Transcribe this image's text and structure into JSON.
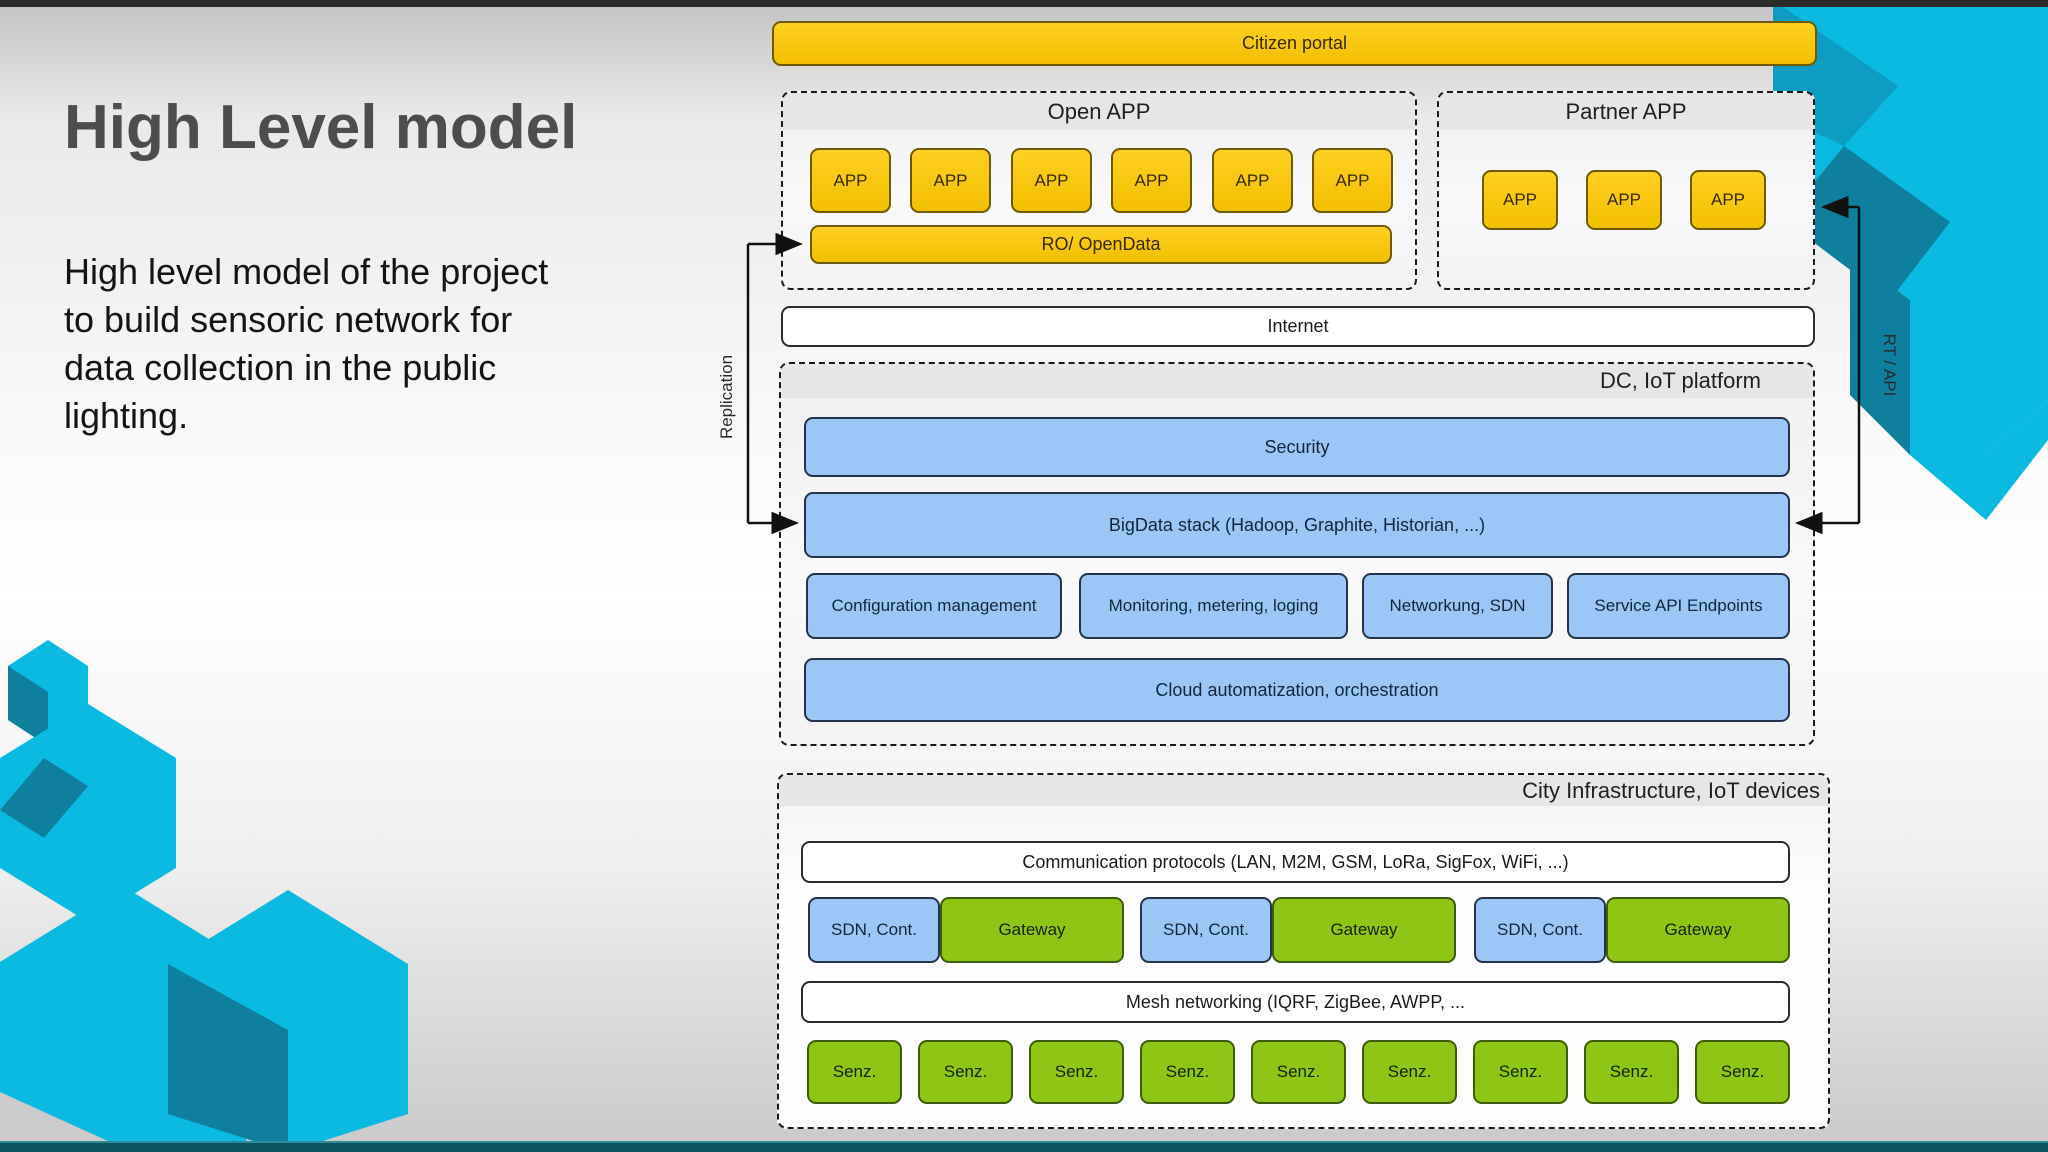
{
  "slide": {
    "title": "High Level model",
    "body_lines": [
      "High level model of the project",
      "to build sensoric network for",
      "data collection in the public",
      "lighting."
    ]
  },
  "diagram": {
    "citizen_portal_label": "Citizen portal",
    "open_app": {
      "title": "Open APP",
      "apps": [
        "APP",
        "APP",
        "APP",
        "APP",
        "APP",
        "APP"
      ],
      "ro_opendata_label": "RO/ OpenData"
    },
    "partner_app": {
      "title": "Partner APP",
      "apps": [
        "APP",
        "APP",
        "APP"
      ]
    },
    "internet_label": "Internet",
    "dc_iot_platform": {
      "title": "DC, IoT platform",
      "security_label": "Security",
      "bigdata_label": "BigData stack (Hadoop, Graphite, Historian, ...)",
      "service_boxes": [
        "Configuration management",
        "Monitoring, metering, loging",
        "Networkung, SDN",
        "Service API Endpoints"
      ],
      "cloud_label": "Cloud automatization, orchestration"
    },
    "city_infrastructure": {
      "title": "City Infrastructure, IoT devices",
      "communication_label": "Communication protocols (LAN, M2M, GSM, LoRa, SigFox, WiFi,  ...)",
      "gateway_pairs": [
        {
          "sdn": "SDN, Cont.",
          "gateway": "Gateway"
        },
        {
          "sdn": "SDN, Cont.",
          "gateway": "Gateway"
        },
        {
          "sdn": "SDN, Cont.",
          "gateway": "Gateway"
        }
      ],
      "mesh_label": "Mesh networking (IQRF, ZigBee, AWPP, ...",
      "sensors": [
        "Senz.",
        "Senz.",
        "Senz.",
        "Senz.",
        "Senz.",
        "Senz.",
        "Senz.",
        "Senz.",
        "Senz."
      ]
    },
    "connector_labels": {
      "replication": "Replication",
      "rt_api": "RT / API"
    }
  },
  "colors": {
    "accent_yellow": "#F3BF00",
    "accent_blue": "#9BC7F6",
    "accent_green": "#8DC614",
    "teal_bright": "#0ABAE0",
    "teal_dark": "#0F7F9E",
    "footer_bar": "#0B5560",
    "title_gray": "#4D4D4D"
  }
}
